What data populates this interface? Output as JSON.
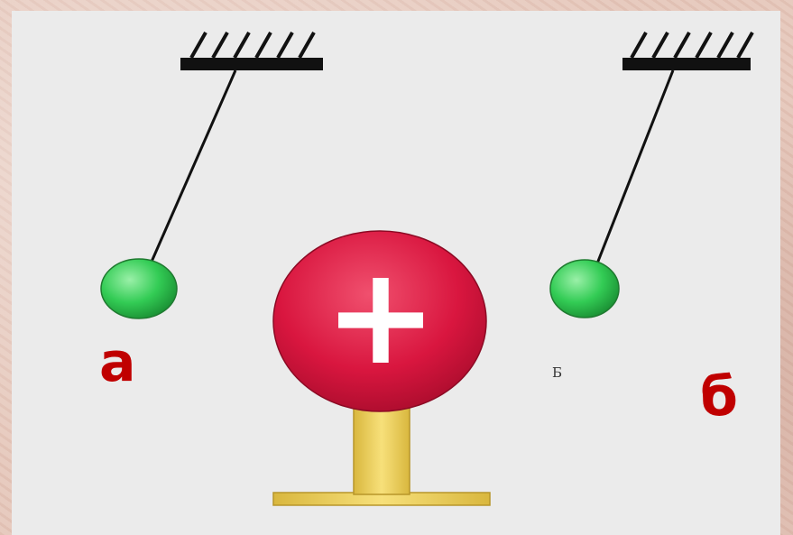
{
  "labels": {
    "left_ball": "а",
    "right_ball": "б",
    "small_mark": "Б"
  },
  "symbols": {
    "charge_sign": "+"
  },
  "colors": {
    "ball": "#33cc55",
    "sphere": "#d9163f",
    "stand": "#f2d25a",
    "label": "#c00000",
    "thread": "#111111"
  },
  "icons": [
    "ceiling-mount-icon",
    "charged-sphere-icon",
    "pendulum-ball-icon"
  ]
}
